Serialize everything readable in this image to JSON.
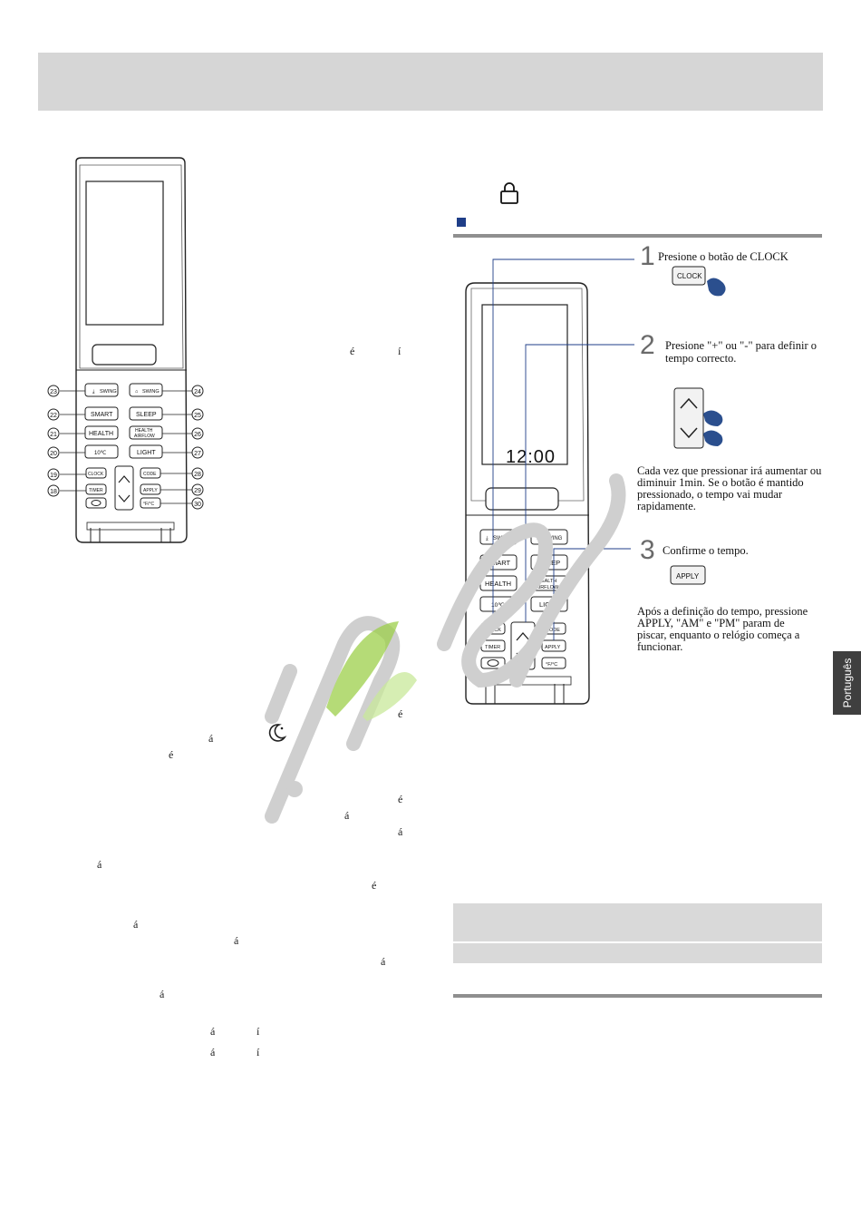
{
  "side_tab": {
    "label": "Português"
  },
  "left_remote": {
    "buttons": {
      "swing_v": "SWING",
      "swing_h": "SWING",
      "smart": "SMART",
      "sleep": "SLEEP",
      "health": "HEALTH",
      "health_airflow_1": "HEALTH",
      "health_airflow_2": "AIRFLOW",
      "ten_c": "10℃",
      "light": "LIGHT",
      "clock": "CLOCK",
      "code": "CODE",
      "timer": "TIMER",
      "apply": "APPLY",
      "f_c": "°F/°C"
    },
    "callouts": [
      "23",
      "22",
      "21",
      "20",
      "19",
      "18",
      "24",
      "25",
      "26",
      "27",
      "28",
      "29",
      "30"
    ]
  },
  "right_remote": {
    "display": "12:00",
    "buttons": {
      "swing_v": "SWING",
      "swing_h": "SWING",
      "smart": "SMART",
      "sleep": "SLEEP",
      "health": "HEALTH",
      "health_airflow_1": "HEALTH",
      "health_airflow_2": "AIRFLOW",
      "ten_c": "10℃",
      "light": "LIGHT",
      "clock": "CLOCK",
      "code": "CODE",
      "timer": "TIMER",
      "apply": "APPLY",
      "f_c": "°F/°C"
    }
  },
  "steps": [
    {
      "number": "1",
      "text": "Presione o botão de CLOCK",
      "button": "CLOCK"
    },
    {
      "number": "2",
      "text_line1": "Presione \"+\" ou \"-\" para definir o",
      "text_line2": "tempo correcto.",
      "note_lines": [
        "Cada vez que pressionar irá aumentar ou",
        "diminuir 1min. Se o botão é mantido",
        "pressionado, o tempo vai mudar",
        "rapidamente."
      ]
    },
    {
      "number": "3",
      "text": "Confirme o tempo.",
      "button": "APPLY",
      "note_lines": [
        "Após a definição do tempo, pressione",
        "APPLY, \"AM\" e \"PM\" param de",
        "piscar, enquanto o relógio começa a",
        "funcionar."
      ]
    }
  ],
  "accent_glyphs": [
    "é",
    "í",
    "é",
    "á",
    "é",
    "é",
    "á",
    "á",
    "á",
    "é",
    "á",
    "á",
    "á",
    "á",
    "á",
    "í",
    "á",
    "í"
  ],
  "colors": {
    "header": "#d6d6d6",
    "accent_blue": "#1f3e88",
    "tab": "#3f3f3f",
    "watermark_green": "#9ccf4a",
    "watermark_gray": "#c8c8c8"
  }
}
